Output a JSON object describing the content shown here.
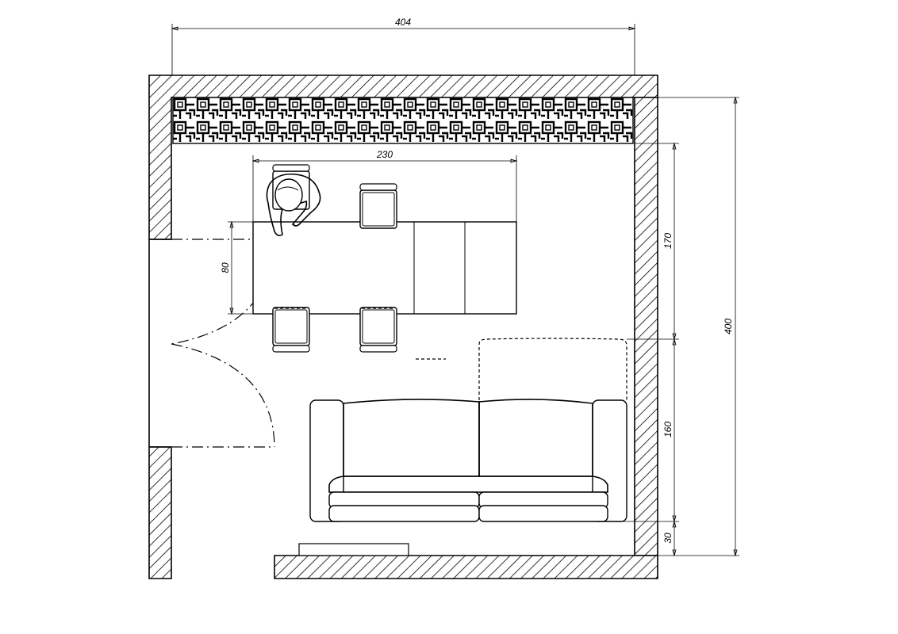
{
  "dimensions": {
    "room_width": "404",
    "room_depth": "400",
    "table_length": "230",
    "table_width": "80",
    "right_segment_top": "170",
    "right_segment_mid": "160",
    "right_segment_bottom": "30"
  }
}
